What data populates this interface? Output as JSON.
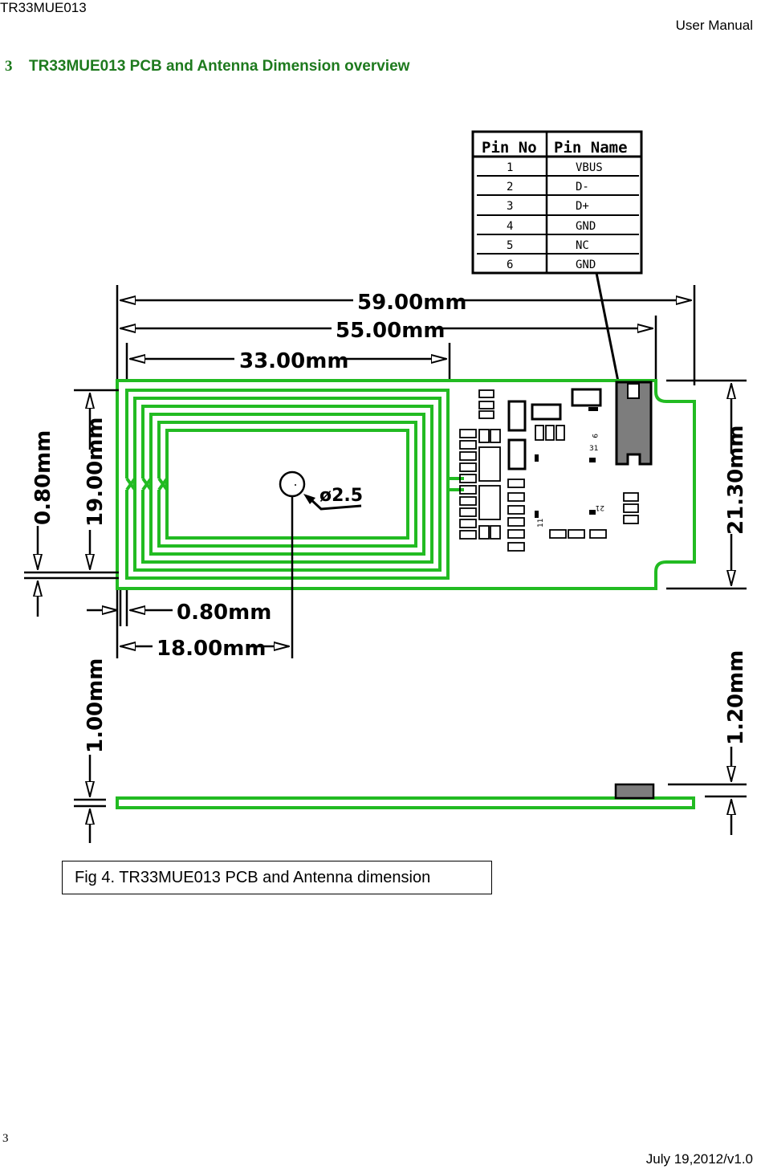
{
  "header": {
    "left": "TR33MUE013",
    "right": "User Manual"
  },
  "section": {
    "number": "3",
    "title": "TR33MUE013 PCB and Antenna Dimension overview"
  },
  "pin_table": {
    "headers": [
      "Pin No",
      "Pin Name"
    ],
    "rows": [
      {
        "no": "1",
        "name": "VBUS"
      },
      {
        "no": "2",
        "name": "D-"
      },
      {
        "no": "3",
        "name": "D+"
      },
      {
        "no": "4",
        "name": "GND"
      },
      {
        "no": "5",
        "name": "NC"
      },
      {
        "no": "6",
        "name": "GND"
      }
    ]
  },
  "dimensions": {
    "overall_length": "59.00mm",
    "pcb_length": "55.00mm",
    "antenna_length": "33.00mm",
    "width": "21.30mm",
    "antenna_width": "19.00mm",
    "edge_offset_vertical": "0.80mm",
    "edge_offset_horizontal": "0.80mm",
    "hole_offset": "18.00mm",
    "hole_diameter": "ø2.5",
    "pcb_thickness": "1.00mm",
    "connector_thickness": "1.20mm"
  },
  "chip_labels": {
    "a": "9",
    "b": "31",
    "c": "21",
    "d": "11"
  },
  "figure_caption": "Fig 4. TR33MUE013 PCB and Antenna dimension",
  "footer": {
    "page": "3",
    "date": "July 19,2012/v1.0"
  },
  "colors": {
    "accent": "#1e7a1e",
    "pcb": "#22bb22",
    "connector": "#808080"
  }
}
